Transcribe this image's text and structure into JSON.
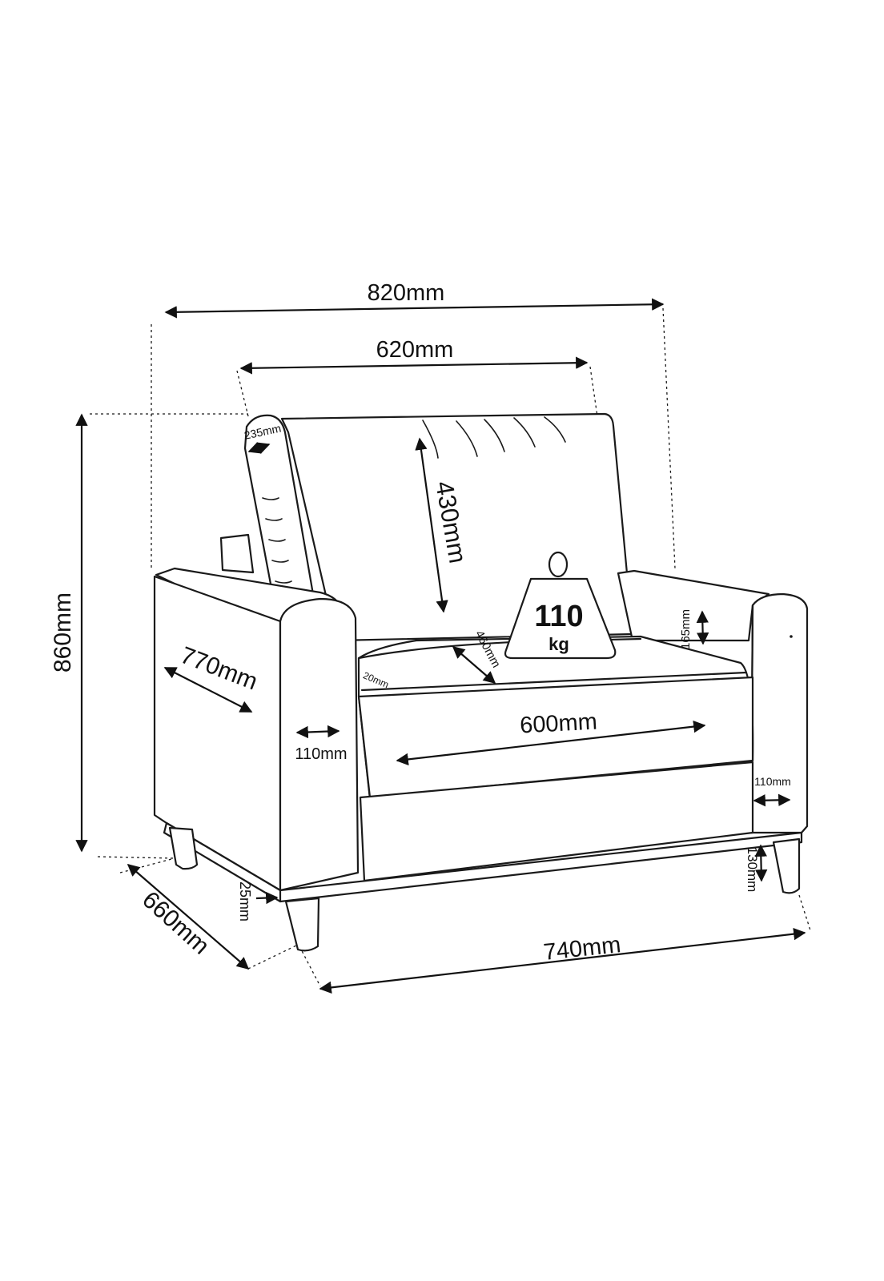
{
  "dimensions": {
    "overall_width": "820mm",
    "backrest_width": "620mm",
    "overall_height": "860mm",
    "arm_depth": "770mm",
    "backrest_height": "430mm",
    "arm_top_width": "235mm",
    "seat_depth": "460mm",
    "seat_gap": "20mm",
    "seat_width": "600mm",
    "left_arm_width": "110mm",
    "right_arm_width": "110mm",
    "arm_height_above_seat": "165mm",
    "leg_height": "130mm",
    "base_height": "25mm",
    "overall_depth": "660mm",
    "base_width": "740mm"
  },
  "weight": {
    "value": "110",
    "unit": "kg"
  },
  "colors": {
    "line": "#1a1a1a",
    "background": "#ffffff"
  }
}
